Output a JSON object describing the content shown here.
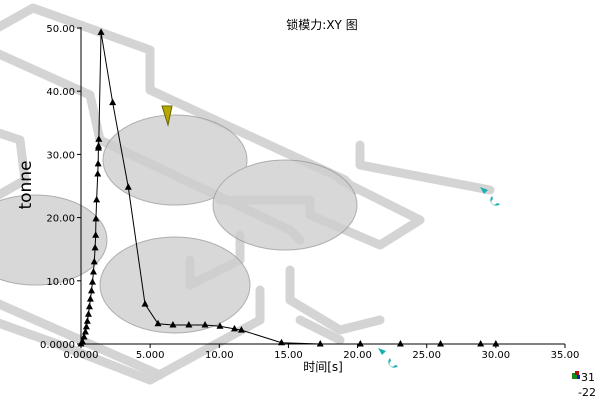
{
  "chart_data": {
    "type": "line",
    "title": "锁模力:XY 图",
    "xlabel": "时间[s]",
    "ylabel": "tonne",
    "xlim": [
      0,
      35
    ],
    "ylim": [
      0,
      50
    ],
    "xticks": [
      "0.0000",
      "5.000",
      "10.00",
      "15.00",
      "20.00",
      "25.00",
      "30.00",
      "35.00"
    ],
    "yticks": [
      "0.0000",
      "10.00",
      "20.00",
      "30.00",
      "40.00",
      "50.00"
    ],
    "grid": false,
    "marker": "triangle",
    "series_color": "#000000",
    "x": [
      0,
      0.12,
      0.22,
      0.32,
      0.39,
      0.46,
      0.54,
      0.61,
      0.68,
      0.76,
      0.83,
      0.9,
      0.96,
      1.02,
      1.06,
      1.08,
      1.13,
      1.21,
      1.24,
      1.26,
      1.27,
      1.29,
      1.45,
      2.29,
      3.42,
      4.63,
      5.57,
      6.65,
      7.8,
      8.97,
      10.05,
      11.1,
      11.6,
      14.5,
      17.3,
      20.2,
      23.1,
      26.0,
      28.9,
      30.0
    ],
    "y": [
      0,
      0.3,
      1.1,
      1.9,
      2.7,
      3.6,
      4.7,
      5.9,
      7.1,
      8.4,
      9.8,
      11.4,
      13.0,
      15.2,
      17.2,
      19.8,
      22.8,
      26.9,
      28.5,
      31.0,
      31.3,
      32.4,
      49.3,
      38.2,
      24.8,
      6.3,
      3.2,
      3.0,
      3.0,
      3.0,
      2.8,
      2.4,
      2.2,
      0.2,
      0,
      0,
      0,
      0,
      0,
      0
    ]
  },
  "triad": {
    "labels": [
      "31",
      "-22"
    ]
  },
  "colors": {
    "gate_marker": "#b5a800",
    "coolant_marker": "#1ab0b0",
    "model": "#bdbdbd"
  }
}
